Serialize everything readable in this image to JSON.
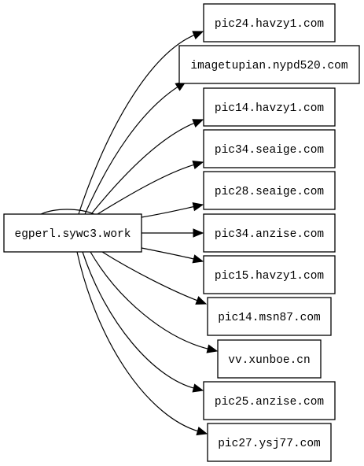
{
  "graph": {
    "source": {
      "label": "egperl.sywc3.work",
      "color": "#000000"
    },
    "targets": [
      {
        "label": "pic24.havzy1.com"
      },
      {
        "label": "imagetupian.nypd520.com"
      },
      {
        "label": "pic14.havzy1.com"
      },
      {
        "label": "pic34.seaige.com"
      },
      {
        "label": "pic28.seaige.com"
      },
      {
        "label": "pic34.anzise.com"
      },
      {
        "label": "pic15.havzy1.com"
      },
      {
        "label": "pic14.msn87.com"
      },
      {
        "label": "vv.xunboe.cn"
      },
      {
        "label": "pic25.anzise.com"
      },
      {
        "label": "pic27.ysj77.com"
      }
    ],
    "edges": [
      {
        "from": "egperl.sywc3.work",
        "to": "pic24.havzy1.com"
      },
      {
        "from": "egperl.sywc3.work",
        "to": "imagetupian.nypd520.com"
      },
      {
        "from": "egperl.sywc3.work",
        "to": "pic14.havzy1.com"
      },
      {
        "from": "egperl.sywc3.work",
        "to": "pic34.seaige.com"
      },
      {
        "from": "egperl.sywc3.work",
        "to": "pic28.seaige.com"
      },
      {
        "from": "egperl.sywc3.work",
        "to": "pic34.anzise.com"
      },
      {
        "from": "egperl.sywc3.work",
        "to": "pic15.havzy1.com"
      },
      {
        "from": "egperl.sywc3.work",
        "to": "pic14.msn87.com"
      },
      {
        "from": "egperl.sywc3.work",
        "to": "vv.xunboe.cn"
      },
      {
        "from": "egperl.sywc3.work",
        "to": "pic25.anzise.com"
      },
      {
        "from": "egperl.sywc3.work",
        "to": "pic27.ysj77.com"
      }
    ]
  }
}
